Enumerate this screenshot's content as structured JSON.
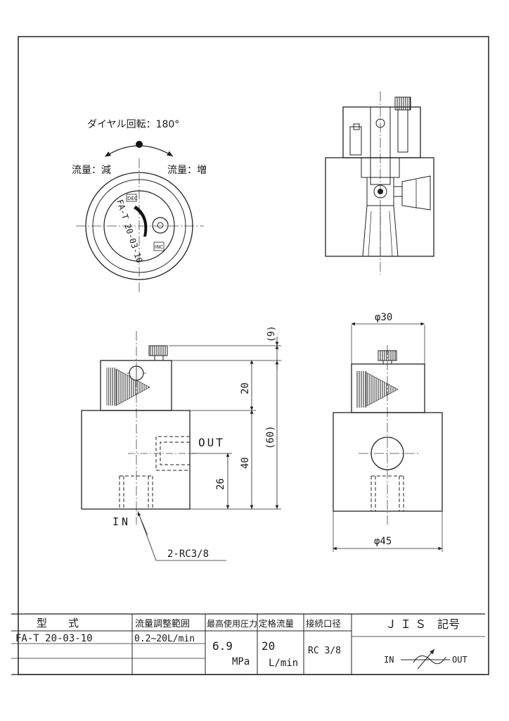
{
  "dial_view": {
    "rotation_label": "ダイヤル回転：180°",
    "decrease_label": "流量：減",
    "increase_label": "流量：増",
    "dial_text": "FA-T 20-03-10",
    "dec_marker": "DEC",
    "inc_marker": "INC"
  },
  "front_view": {
    "dim_top": "(9)",
    "dim_cap": "20",
    "dim_total": "(60)",
    "dim_body": "40",
    "dim_out_height": "26",
    "out_label": "OUT",
    "in_label": "IN",
    "port_callout": "2-RC3/8"
  },
  "side_view": {
    "dim_cap_dia": "φ30",
    "dim_body_dia": "φ45"
  },
  "spec_table": {
    "headers": [
      "型　　式",
      "流量調整範囲",
      "最高使用圧力",
      "定格流量",
      "接続口径",
      "Ｊ Ｉ Ｓ　記号"
    ],
    "model": "FA-T 20-03-10",
    "flow_range": "0.2~20L/min",
    "max_pressure_value": "6.9",
    "max_pressure_unit": "MPa",
    "rated_flow_value": "20",
    "rated_flow_unit": "L/min",
    "port_size": "RC 3/8",
    "jis_in": "IN",
    "jis_out": "OUT"
  }
}
